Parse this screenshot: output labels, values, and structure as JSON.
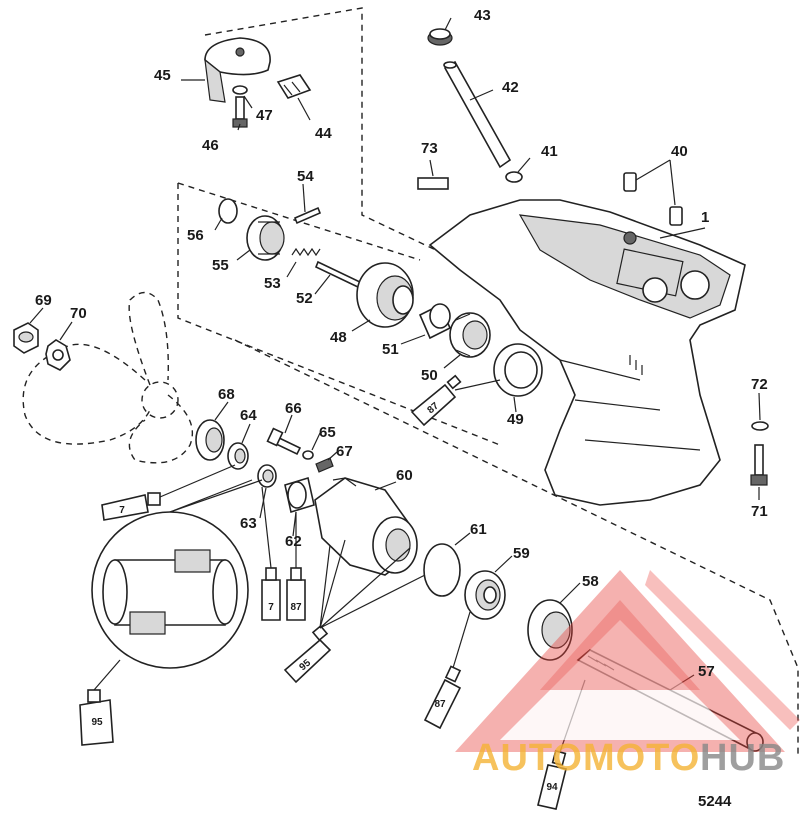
{
  "diagram": {
    "figure_number": "5244",
    "watermark": {
      "text_part_1": "AUTOMOTO",
      "text_part_2": "HUB",
      "colors": {
        "triangle": "#e8413c",
        "text_part_1": "#f5b335",
        "text_part_2": "#888888"
      }
    },
    "parts": [
      "1",
      "40",
      "41",
      "42",
      "43",
      "44",
      "45",
      "46",
      "47",
      "48",
      "49",
      "50",
      "51",
      "52",
      "53",
      "54",
      "55",
      "56",
      "57",
      "58",
      "59",
      "60",
      "61",
      "62",
      "63",
      "64",
      "65",
      "66",
      "67",
      "68",
      "69",
      "70",
      "71",
      "72",
      "73"
    ],
    "tubes": [
      "87",
      "7",
      "7",
      "87",
      "95",
      "95",
      "87",
      "94"
    ]
  }
}
